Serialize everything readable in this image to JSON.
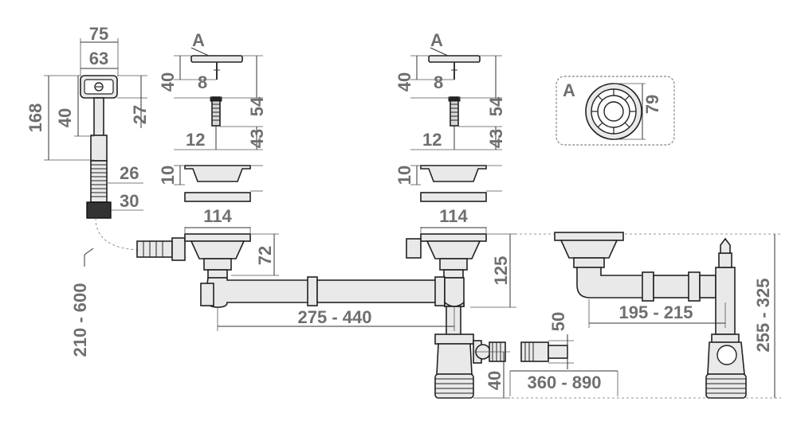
{
  "detail_label": "A",
  "dimensions": {
    "overflow_width": "75",
    "overflow_inner_width": "63",
    "overflow_total_height": "168",
    "overflow_plate_height": "40",
    "overflow_plate_depth": "27",
    "overflow_hose_diameter": "26",
    "overflow_nut": "30",
    "overflow_hose_length": "210 - 600",
    "left_cap_height": "40",
    "left_cap_stem": "8",
    "left_screw_length": "54",
    "left_screw_diameter": "12",
    "left_screw_thread": "43",
    "left_basket_height": "10",
    "left_bowl_outlet": "114",
    "left_outlet_depth": "72",
    "right_cap_height": "40",
    "right_cap_stem": "8",
    "right_screw_length": "54",
    "right_screw_diameter": "12",
    "right_screw_thread": "43",
    "right_basket_height": "10",
    "right_bowl_outlet": "114",
    "right_outlet_depth": "125",
    "connector_length": "275 - 440",
    "side_outlet_diameter": "50",
    "trap_outlet_height": "40",
    "drain_extension": "360 - 890",
    "grille_diameter": "79",
    "single_bowl_offset": "195 - 215",
    "total_height": "255 - 325"
  },
  "colors": {
    "text": "#6f6f6f",
    "line": "#222222",
    "fill": "#e9e9e9"
  }
}
